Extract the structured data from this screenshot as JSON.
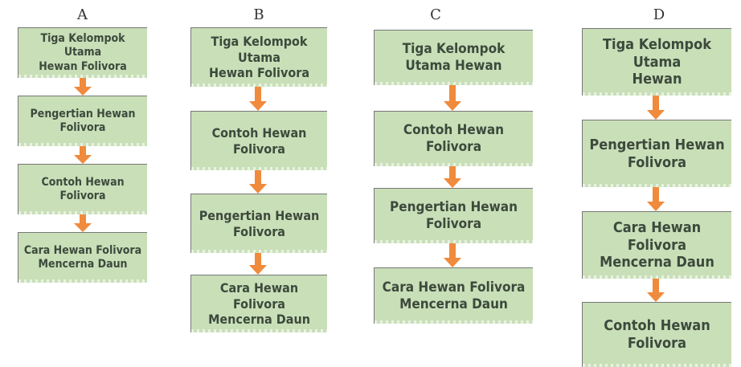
{
  "colors": {
    "box_fill": "#c9dfb8",
    "arrow": "#f08a3c",
    "text": "#3c4a3c"
  },
  "options": [
    {
      "label": "A",
      "steps": [
        "Tiga Kelompok Utama\nHewan Folivora",
        "Pengertian Hewan\nFolivora",
        "Contoh Hewan\nFolivora",
        "Cara Hewan Folivora\nMencerna Daun"
      ]
    },
    {
      "label": "B",
      "steps": [
        "Tiga Kelompok Utama\nHewan Folivora",
        "Contoh Hewan\nFolivora",
        "Pengertian Hewan\nFolivora",
        "Cara Hewan Folivora\nMencerna Daun"
      ]
    },
    {
      "label": "C",
      "steps": [
        "Tiga Kelompok\nUtama Hewan",
        "Contoh Hewan\nFolivora",
        "Pengertian Hewan\nFolivora",
        "Cara Hewan Folivora\nMencerna Daun"
      ]
    },
    {
      "label": "D",
      "steps": [
        "Tiga Kelompok Utama\nHewan",
        "Pengertian Hewan\nFolivora",
        "Cara Hewan Folivora\nMencerna Daun",
        "Contoh Hewan\nFolivora"
      ]
    }
  ]
}
